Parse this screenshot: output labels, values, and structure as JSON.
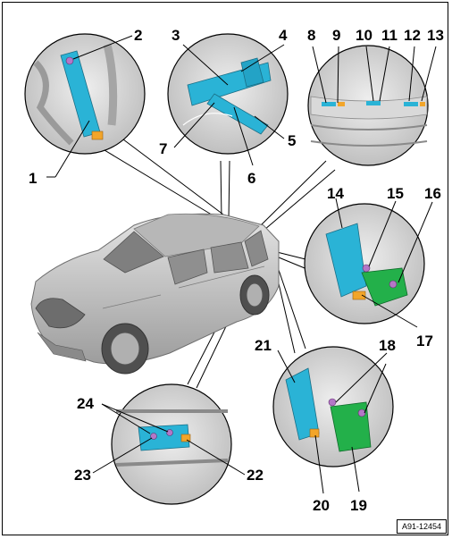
{
  "diagram": {
    "figure_id": "A91-12454",
    "callouts": [
      "1",
      "2",
      "3",
      "4",
      "5",
      "6",
      "7",
      "8",
      "9",
      "10",
      "11",
      "12",
      "13",
      "14",
      "15",
      "16",
      "17",
      "18",
      "19",
      "20",
      "21",
      "22",
      "23",
      "24"
    ],
    "colors": {
      "component_cyan": "#2ab3d6",
      "bracket_green": "#23b04a",
      "connector_orange": "#f2a52a",
      "fastener_violet": "#b477c7",
      "body_grey": "#c9c9c9",
      "background": "#ffffff",
      "line": "#000000"
    }
  }
}
